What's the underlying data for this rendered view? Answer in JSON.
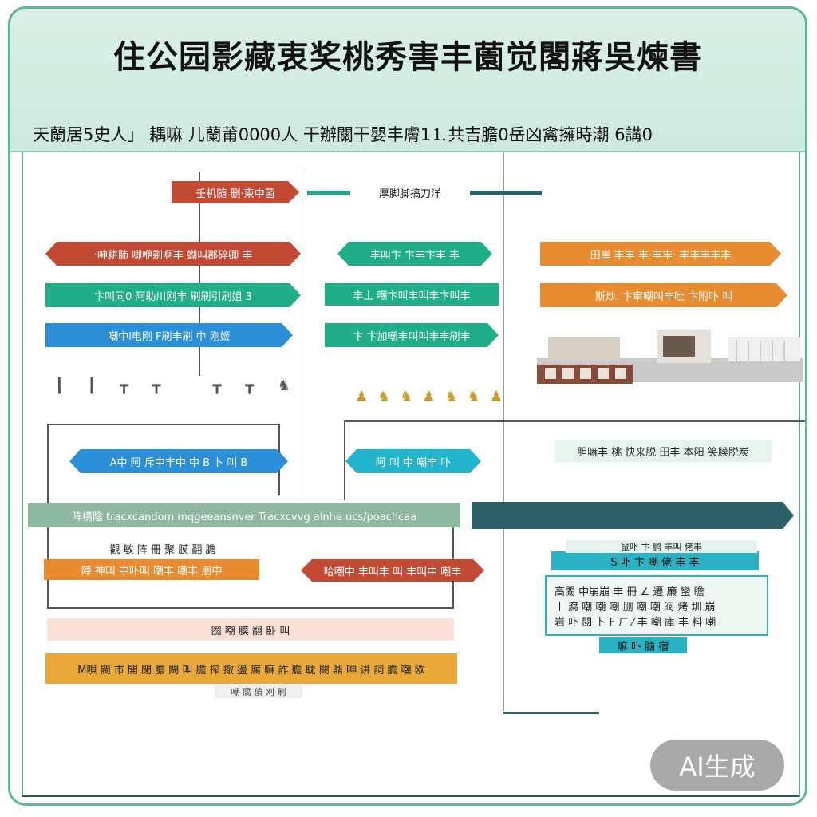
{
  "title": "住公园影藏衷奖桃秀害丰薗觉閣蔣吳煉書",
  "subtitle": "天蘭居5史人」 耦嘛 ⼉蘭莆0000人 干辦關干嬰丰膚1⒈共吉膽0岳凶禽擁時潮 6講0",
  "nodes": {
    "top_red": "壬机随 删·柬中菌",
    "top_center": "厚脚脚搞刀洋",
    "l1_red": "·呻耕肺 唧咿剃啊丰 蝴叫郡碎卿 丰",
    "l1_teal": "卞叫同0 阿助川刚丰 刷刷引刷姐 3",
    "l1_blue": "嘲中l电刚 F刷丰刷 中 刚姬",
    "m1_teal": "丰叫卞 卞丰卞丰 丰",
    "m1_teal2": "丰丄 嘲卞叫丰叫丰卞叫丰",
    "m1_teal3": "卞 卞加嘲丰叫叫丰丰刷丰",
    "r1_orange": "田崖 丰丰 丰·丰丰· 丰丰丰丰丰",
    "r1_orange2": "斯炒. 卞审嘲叫丰吐 卞附卟 叫",
    "l2_blue": "A中 阿 斥中丰中 中 B 卜 叫 B",
    "m2_cyan": "阿 叫 中 嘲丰 卟",
    "r2_pale": "胆嘛丰 桃 快来脱 田丰 本阳 笑膜脱炭",
    "wide_sage": "阵構陰 tracxcandom mqgeeansnver Tracxcvvg alnhe ucs/poachcaa",
    "l3_label": "觀 敏 阵 冊 聚 膜 翻 膽",
    "l3_orange": "陣 神叫 中卟叫 嘲丰 嘲丰 朋中",
    "m3_red": "哈嘲中 丰叫丰 叫 丰叫中 嘲丰",
    "r3_label": "鼠卟 卞 鹏 丰叫 佬丰",
    "r3_head": "S 卟 卞 嘲 佬 丰 丰",
    "r3_body1": "高閱 中崩崩 丰 冊 ∠ 遷 廉 蠻 瞻",
    "r3_body2": "丨 腐 嘲 嘲 嘲 删 嘲 嘲 阀 烤 圳 崩",
    "r3_body3": "岩 卟 閱 卜 F ㄏ ⁄ 丰 嘲 庫 丰 料 嘲",
    "r3_foot": "嘛 卟 脑 宿",
    "l4_pink": "圈 嘲 膜 翻 卧 叫",
    "l4_gold": "M唄 閥 市 開 閉 膽 闕 叫 膽 搾 撤 盪 腐 嘛 詐 膽 耽 闕 鼎 呻 讲 詞 膽 嘲 欧",
    "l4_small": "嘲 腐 偵 刈 刷"
  },
  "badge": "AI生成",
  "colors": {
    "frame": "#5fb59a",
    "header_bg": "#d3ece2",
    "red": "#c24a34",
    "teal": "#1fae88",
    "blue": "#2a8fd6",
    "orange": "#e98c31",
    "gold": "#e8a93a",
    "dark_teal": "#2d5f69"
  }
}
